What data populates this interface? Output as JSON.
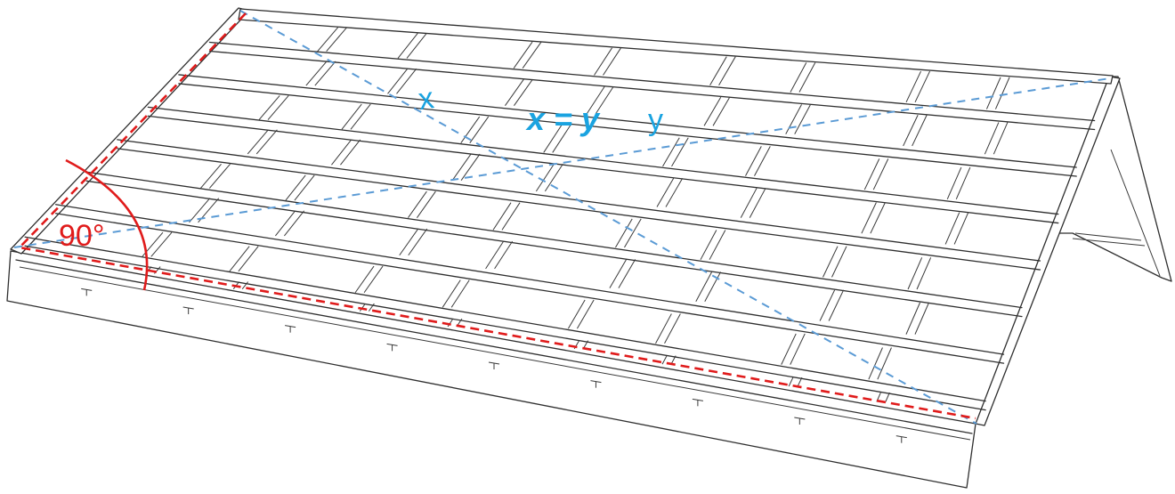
{
  "angle_label": "90°",
  "diag_label_1": "x",
  "diag_label_2": "y",
  "equation_label": "x = y",
  "colors": {
    "outline": "#2f2f2f",
    "diagonal": "#5b9bd5",
    "label": "#1aa3e0",
    "square_edge": "#e01b1b"
  },
  "icons": [
    "right-angle-arc"
  ]
}
